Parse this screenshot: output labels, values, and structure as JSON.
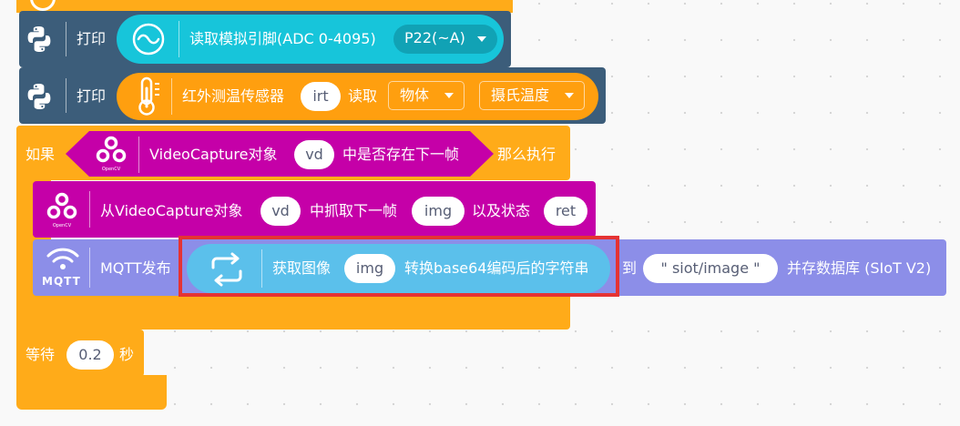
{
  "print_adc": {
    "print_label": "打印",
    "read_label": "读取模拟引脚(ADC 0-4095)",
    "pin_value": "P22(~A)"
  },
  "print_ir": {
    "print_label": "打印",
    "sensor_label": "红外测温传感器",
    "sensor_var": "irt",
    "read_label": "读取",
    "target_value": "物体",
    "unit_value": "摄氏温度"
  },
  "if_block": {
    "if_label": "如果",
    "then_label": "那么执行",
    "condition": {
      "object_label": "VideoCapture对象",
      "object_var": "vd",
      "tail_label": "中是否存在下一帧"
    }
  },
  "grab_block": {
    "from_label": "从VideoCapture对象",
    "object_var": "vd",
    "grab_label": "中抓取下一帧",
    "frame_var": "img",
    "status_label": "以及状态",
    "status_var": "ret"
  },
  "mqtt_block": {
    "icon_text": "MQTT",
    "publish_label": "MQTT发布",
    "to_label": "到",
    "topic_value": "\" siot/image \"",
    "save_label": "并存数据库 (SIoT V2)",
    "inner": {
      "get_label": "获取图像",
      "image_var": "img",
      "convert_label": "转换base64编码后的字符串"
    }
  },
  "wait_block": {
    "wait_label": "等待",
    "seconds_value": "0.2",
    "unit_label": "秒"
  },
  "colors": {
    "python_block": "#3c5d7a",
    "adc_reporter": "#17c5da",
    "ir_reporter": "#ff9f0f",
    "control": "#ffab19",
    "opencv": "#c500a8",
    "mqtt": "#8c8ee8",
    "base64_reporter": "#5bc0eb",
    "highlight": "#e53333"
  }
}
